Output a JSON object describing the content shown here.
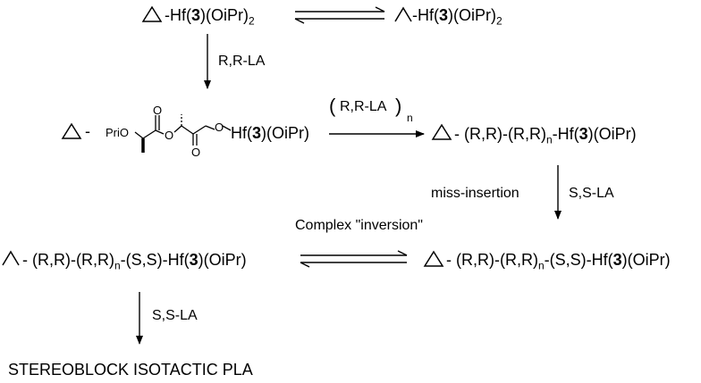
{
  "rows": {
    "r1": {
      "left_prefix": "-Hf(",
      "left_bold": "3",
      "left_suffix": ")(OiPr)",
      "left_sub": "2",
      "right_prefix": "-Hf(",
      "right_bold": "3",
      "right_suffix": ")(OiPr)",
      "right_sub": "2"
    },
    "arrow1": {
      "label": "R,R-LA"
    },
    "r2": {
      "dash": "-",
      "pri_o": "PriO",
      "o_ester": "O",
      "o_carbonyl1": "O",
      "o_carbonyl2": "O",
      "o_terminal": "O",
      "hf_prefix": "Hf(",
      "hf_bold": "3",
      "hf_suffix": ")(OiPr)",
      "arrow_label": "R,R-LA",
      "arrow_sub": "n",
      "right_prefix": "- (R,R)-(R,R)",
      "right_sub": "n",
      "right_hf": "-Hf(",
      "right_bold": "3",
      "right_suffix": ")(OiPr)"
    },
    "arrow2": {
      "left_label": "miss-insertion",
      "right_label": "S,S-LA"
    },
    "r3": {
      "eq_label": "Complex \"inversion\"",
      "left_prefix": "- (R,R)-(R,R)",
      "left_sub": "n",
      "left_mid": "-(S,S)-Hf(",
      "left_bold": "3",
      "left_suffix": ")(OiPr)",
      "right_prefix": "- (R,R)-(R,R)",
      "right_sub": "n",
      "right_mid": "-(S,S)-Hf(",
      "right_bold": "3",
      "right_suffix": ")(OiPr)"
    },
    "arrow3": {
      "label": "S,S-LA"
    },
    "product": {
      "label": "STEREOBLOCK ISOTACTIC PLA"
    }
  }
}
